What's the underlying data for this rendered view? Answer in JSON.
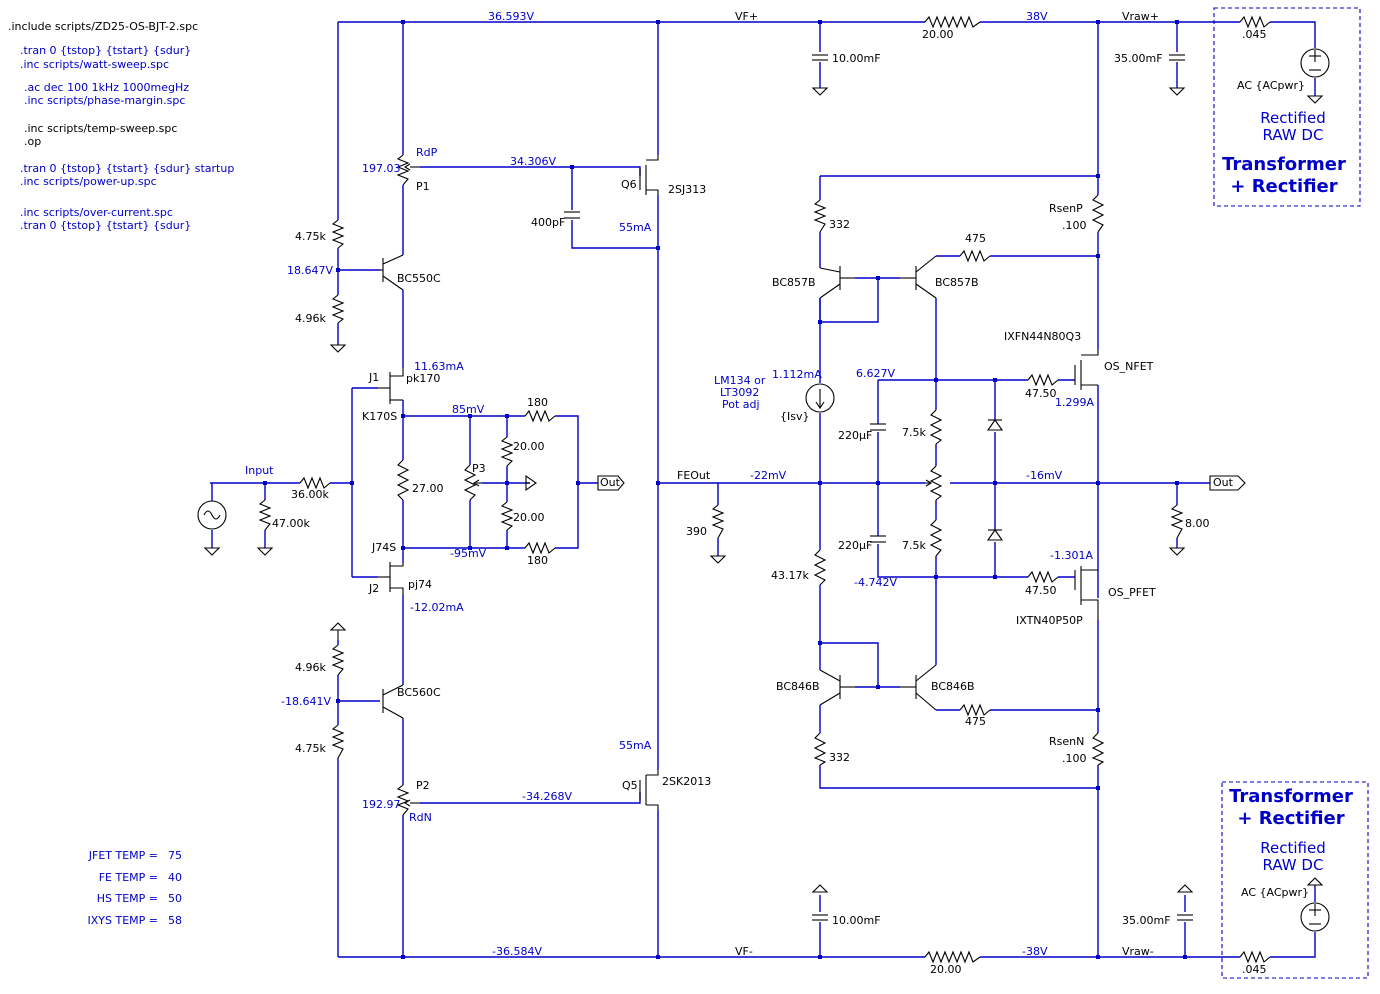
{
  "directives": [
    ".include scripts/ZD25-OS-BJT-2.spc",
    ".tran 0 {tstop} {tstart} {sdur}",
    ".inc scripts/watt-sweep.spc",
    ".ac dec 100 1kHz 1000megHz",
    ".inc scripts/phase-margin.spc",
    ".inc scripts/temp-sweep.spc",
    ".op",
    ".tran  0 {tstop} {tstart} {sdur} startup",
    ".inc scripts/power-up.spc",
    ".inc scripts/over-current.spc",
    ".tran 0 {tstop} {tstart} {sdur}"
  ],
  "temps": [
    {
      "label": "JFET TEMP =",
      "value": "75"
    },
    {
      "label": "FE TEMP =",
      "value": "40"
    },
    {
      "label": "HS TEMP =",
      "value": "50"
    },
    {
      "label": "IXYS TEMP =",
      "value": "58"
    }
  ],
  "nets": {
    "rail_pos_front": "36.593V",
    "vf_pos": "VF+",
    "rail_38": "38V",
    "vraw_pos": "Vraw+",
    "rail_neg_front": "-36.584V",
    "vf_neg": "VF-",
    "rail_m38": "-38V",
    "vraw_neg": "Vraw-",
    "gate_p": "34.306V",
    "gate_n": "-34.268V",
    "base_p": "18.647V",
    "base_n": "-18.641V",
    "j1_current": "11.63mA",
    "j2_current": "-12.02mA",
    "k170_node": "85mV",
    "j74_node": "-95mV",
    "q6_current": "55mA",
    "q5_current": "55mA",
    "feout": "FEOut",
    "feout_v": "-22mV",
    "out_v": "-16mV",
    "bias_top": "6.627V",
    "bias_bot": "-4.742V",
    "nfet_current": "1.299A",
    "pfet_current": "-1.301A",
    "csrc_current": "1.112mA",
    "rdp_val": "197.03",
    "rdn_val": "192.97",
    "input": "Input",
    "out_label": "Out"
  },
  "components": {
    "rdp": "RdP",
    "p1": "P1",
    "p2": "P2",
    "rdn": "RdN",
    "p3": "P3",
    "q6": "Q6",
    "q6_part": "2SJ313",
    "q5": "Q5",
    "q5_part": "2SK2013",
    "c400": "400pF",
    "r475k": "4.75k",
    "r496k": "4.96k",
    "bc550": "BC550C",
    "r496k_b": "4.96k",
    "r475k_b": "4.75k",
    "bc560": "BC560C",
    "j1": "J1",
    "j1_part": "pk170",
    "j2": "J2",
    "j2_part": "pj74",
    "k170s": "K170S",
    "j74s": "J74S",
    "r27": "27.00",
    "r180a": "180",
    "r180b": "180",
    "r20a": "20.00",
    "r20b": "20.00",
    "r36k": "36.00k",
    "r47k": "47.00k",
    "r390": "390",
    "c10m_top": "10.00mF",
    "c10m_bot": "10.00mF",
    "r20_top": "20.00",
    "r20_bot": "20.00",
    "c35m_top": "35.00mF",
    "c35m_bot": "35.00mF",
    "r045_top": ".045",
    "r045_bot": ".045",
    "ac_top": "AC {ACpwr}",
    "ac_bot": "AC {ACpwr}",
    "r332_top": "332",
    "r332_bot": "332",
    "bc857_l": "BC857B",
    "bc857_r": "BC857B",
    "bc846_l": "BC846B",
    "bc846_r": "BC846B",
    "r475_top": "475",
    "r475_bot": "475",
    "rsenp": "RsenP",
    "rsenp_v": ".100",
    "rsenn": "RsenN",
    "rsenn_v": ".100",
    "ixfn": "IXFN44N80Q3",
    "os_nfet": "OS_NFET",
    "ixtn": "IXTN40P50P",
    "os_pfet": "OS_PFET",
    "r4750_top": "47.50",
    "r4750_bot": "47.50",
    "lm134_1": "LM134 or",
    "lm134_2": "LT3092",
    "lm134_3": "Pot adj",
    "isv": "{Isv}",
    "c220_top": "220µF",
    "c220_bot": "220µF",
    "r75_top": "7.5k",
    "r75_bot": "7.5k",
    "r4317": "43.17k",
    "r8": "8.00"
  },
  "boxes": {
    "top": {
      "line1": "Rectified",
      "line2": "RAW DC",
      "line3": "Transformer",
      "line4": "+ Rectifier"
    },
    "bottom": {
      "line1": "Transformer",
      "line2": "+ Rectifier",
      "line3": "Rectified",
      "line4": "RAW DC"
    }
  },
  "colors": {
    "wire": "#0000c8",
    "component": "#000000",
    "background": "#ffffff"
  }
}
